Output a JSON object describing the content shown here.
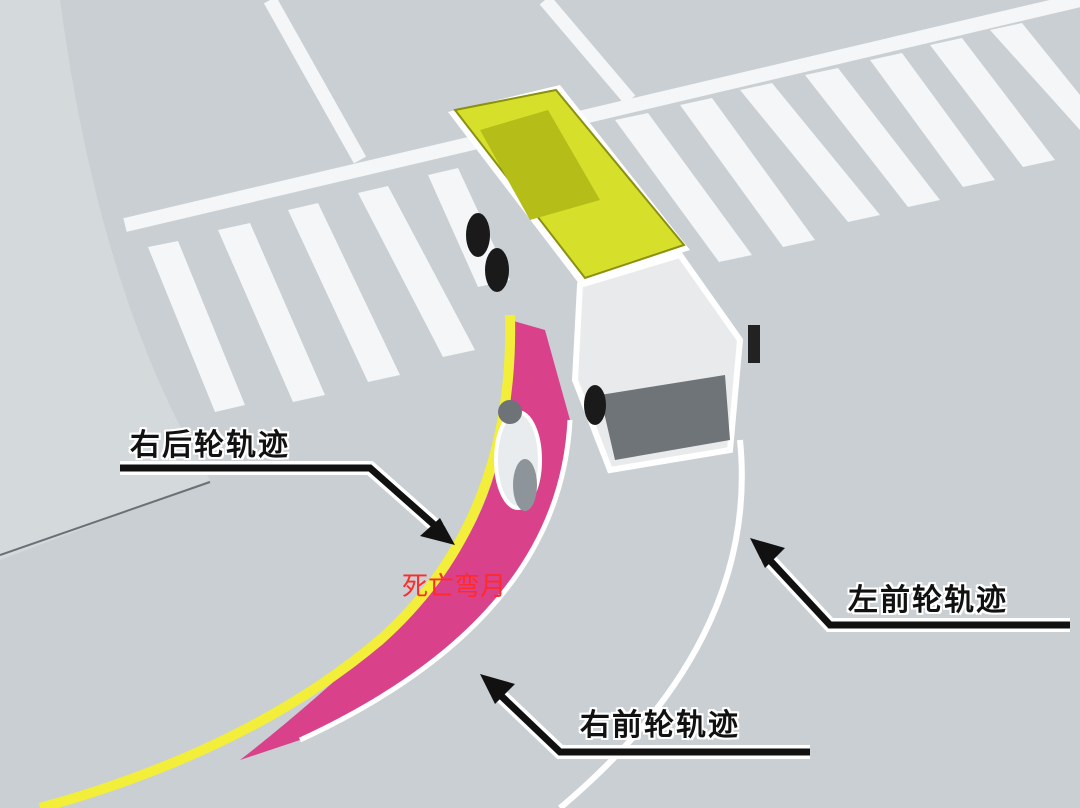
{
  "labels": {
    "rear_right_track": "右后轮轨迹",
    "front_left_track": "左前轮轨迹",
    "front_right_track": "右前轮轨迹",
    "death_zone": "死亡弯月"
  },
  "colors": {
    "road": "#c9cfd3",
    "sidewalk": "#d4d9dc",
    "crosswalk": "#f4f6f7",
    "truck_body": "#d6e02a",
    "death_zone": "#d9418a",
    "rear_track": "#f2ee3a",
    "front_track": "#ffffff",
    "zone_text": "#ff2a2a"
  }
}
